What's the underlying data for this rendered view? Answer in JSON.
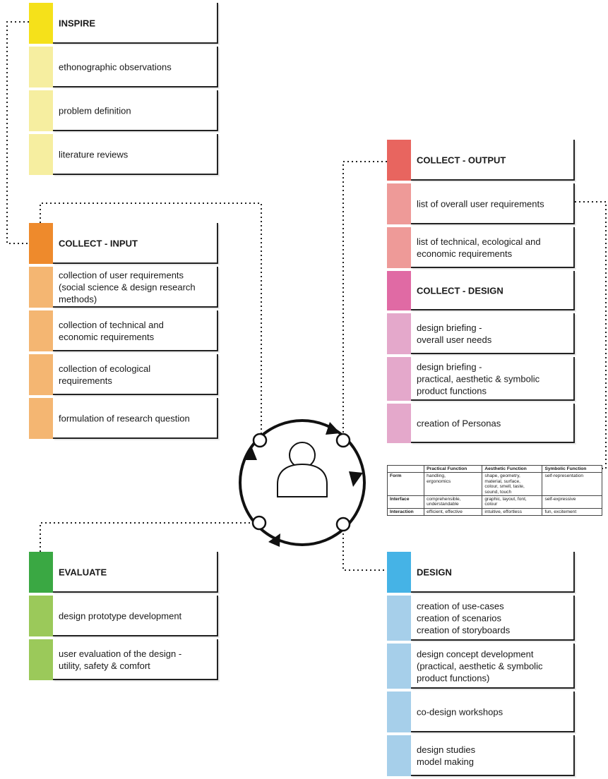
{
  "groups": {
    "inspire": {
      "color_head": "#f5e11a",
      "color_item": "#f6eea0",
      "title": "INSPIRE",
      "items": [
        "ethonographic observations",
        "problem definition",
        "literature reviews"
      ]
    },
    "collect_input": {
      "color_head": "#ee8a2c",
      "color_item": "#f4b672",
      "title": "COLLECT - INPUT",
      "items": [
        "collection of user requirements\n(social science & design research\nmethods)",
        "collection of technical and\neconomic requirements",
        "collection of ecological\nrequirements",
        "formulation of research question"
      ]
    },
    "evaluate": {
      "color_head": "#3aa843",
      "color_item": "#9bc95a",
      "title": "EVALUATE",
      "items": [
        "design prototype development",
        "user evaluation of the design -\nutility, safety & comfort"
      ]
    },
    "collect_output": {
      "color_head": "#e8655f",
      "color_item": "#ee9a98",
      "title": "COLLECT  - OUTPUT",
      "items": [
        "list of overall user requirements",
        "list of technical, ecological and\neconomic requirements"
      ]
    },
    "collect_design": {
      "color_head": "#e06aa4",
      "color_item": "#e4a8cb",
      "title": "COLLECT - DESIGN",
      "items": [
        "design briefing -\noverall user needs",
        "design briefing -\npractical, aesthetic & symbolic\nproduct functions",
        "creation of Personas"
      ]
    },
    "design": {
      "color_head": "#45b3e6",
      "color_item": "#a6cfea",
      "title": "DESIGN",
      "items": [
        "creation of use-cases\ncreation of scenarios\ncreation of storyboards",
        "design concept development\n(practical, aesthetic & symbolic\nproduct functions)",
        "co-design workshops",
        "design studies\nmodel making"
      ]
    }
  },
  "functions_table": {
    "headers": [
      "",
      "Practical Function",
      "Aesthetic Function",
      "Symbolic Function"
    ],
    "rows": [
      [
        "Form",
        "handling,\nergonomics",
        "shape, geometry,\nmaterial, surface,\ncolour, smell, taste,\nsound, touch",
        "self-representation"
      ],
      [
        "Interface",
        "comprehensible,\nunderstandable",
        "graphic, layout, font,\ncolour",
        "self-expressive"
      ],
      [
        "Interaction",
        "efficient, effective",
        "intuitive, effortless",
        "fun, excitement"
      ]
    ]
  },
  "icons": {
    "center": "user-cycle-icon"
  }
}
